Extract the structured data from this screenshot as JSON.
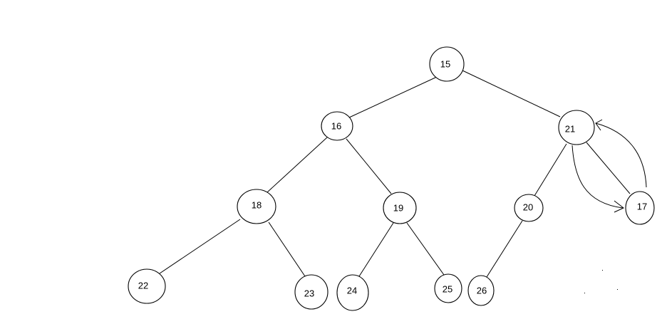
{
  "tree": {
    "nodes": {
      "n15": "15",
      "n16": "16",
      "n21": "21",
      "n18": "18",
      "n19": "19",
      "n20": "20",
      "n17": "17",
      "n22": "22",
      "n23": "23",
      "n24": "24",
      "n25": "25",
      "n26": "26"
    },
    "edges": [
      [
        "15",
        "16"
      ],
      [
        "15",
        "21"
      ],
      [
        "16",
        "18"
      ],
      [
        "16",
        "19"
      ],
      [
        "21",
        "20"
      ],
      [
        "21",
        "17"
      ],
      [
        "18",
        "22"
      ],
      [
        "18",
        "23"
      ],
      [
        "19",
        "24"
      ],
      [
        "19",
        "25"
      ],
      [
        "20",
        "26"
      ]
    ],
    "arrows": [
      [
        "21",
        "17"
      ],
      [
        "17",
        "21"
      ]
    ]
  }
}
